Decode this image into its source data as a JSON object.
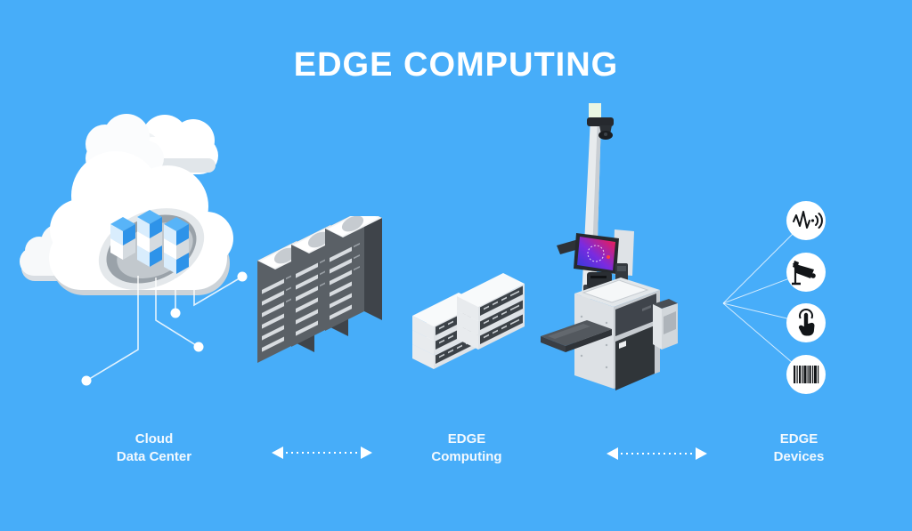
{
  "title": "EDGE COMPUTING",
  "sections": {
    "cloud": {
      "line1": "Cloud",
      "line2": "Data Center"
    },
    "edge_computing": {
      "line1": "EDGE",
      "line2": "Computing"
    },
    "edge_devices": {
      "line1": "EDGE",
      "line2": "Devices"
    }
  },
  "illustrations": [
    {
      "name": "cloud-data-center-illustration",
      "description": "isometric cloud with blue data cubes and circuit lines with node dots"
    },
    {
      "name": "server-racks-illustration",
      "description": "three dark isometric server towers with white tops"
    },
    {
      "name": "edge-servers-illustration",
      "description": "two stacks of three white rack servers"
    },
    {
      "name": "self-checkout-kiosk-illustration",
      "description": "self-service kiosk with screen, scanner pole and bagging shelf"
    }
  ],
  "edge_device_icons": [
    {
      "name": "voice-waveform-icon",
      "meaning": "voice / audio sensor"
    },
    {
      "name": "cctv-camera-icon",
      "meaning": "security camera"
    },
    {
      "name": "touch-gesture-icon",
      "meaning": "touch screen"
    },
    {
      "name": "barcode-icon",
      "meaning": "barcode scanner"
    }
  ],
  "arrows": [
    {
      "style": "dashed-double-headed"
    },
    {
      "style": "dashed-double-headed"
    }
  ],
  "colors": {
    "background": "#47ADF9",
    "text_white": "#FFFFFF",
    "line_white": "#FFFFFF",
    "icon_black": "#121518",
    "cube_blue_top": "#58B4F8",
    "cube_blue_side": "#2E93E9",
    "rack_front_gray": "#5A6066",
    "rack_side_gray": "#3F444A",
    "screen_gradient_start": "#2E3BD8",
    "screen_gradient_mid": "#7A2BE0",
    "screen_gradient_end": "#F0334E"
  }
}
